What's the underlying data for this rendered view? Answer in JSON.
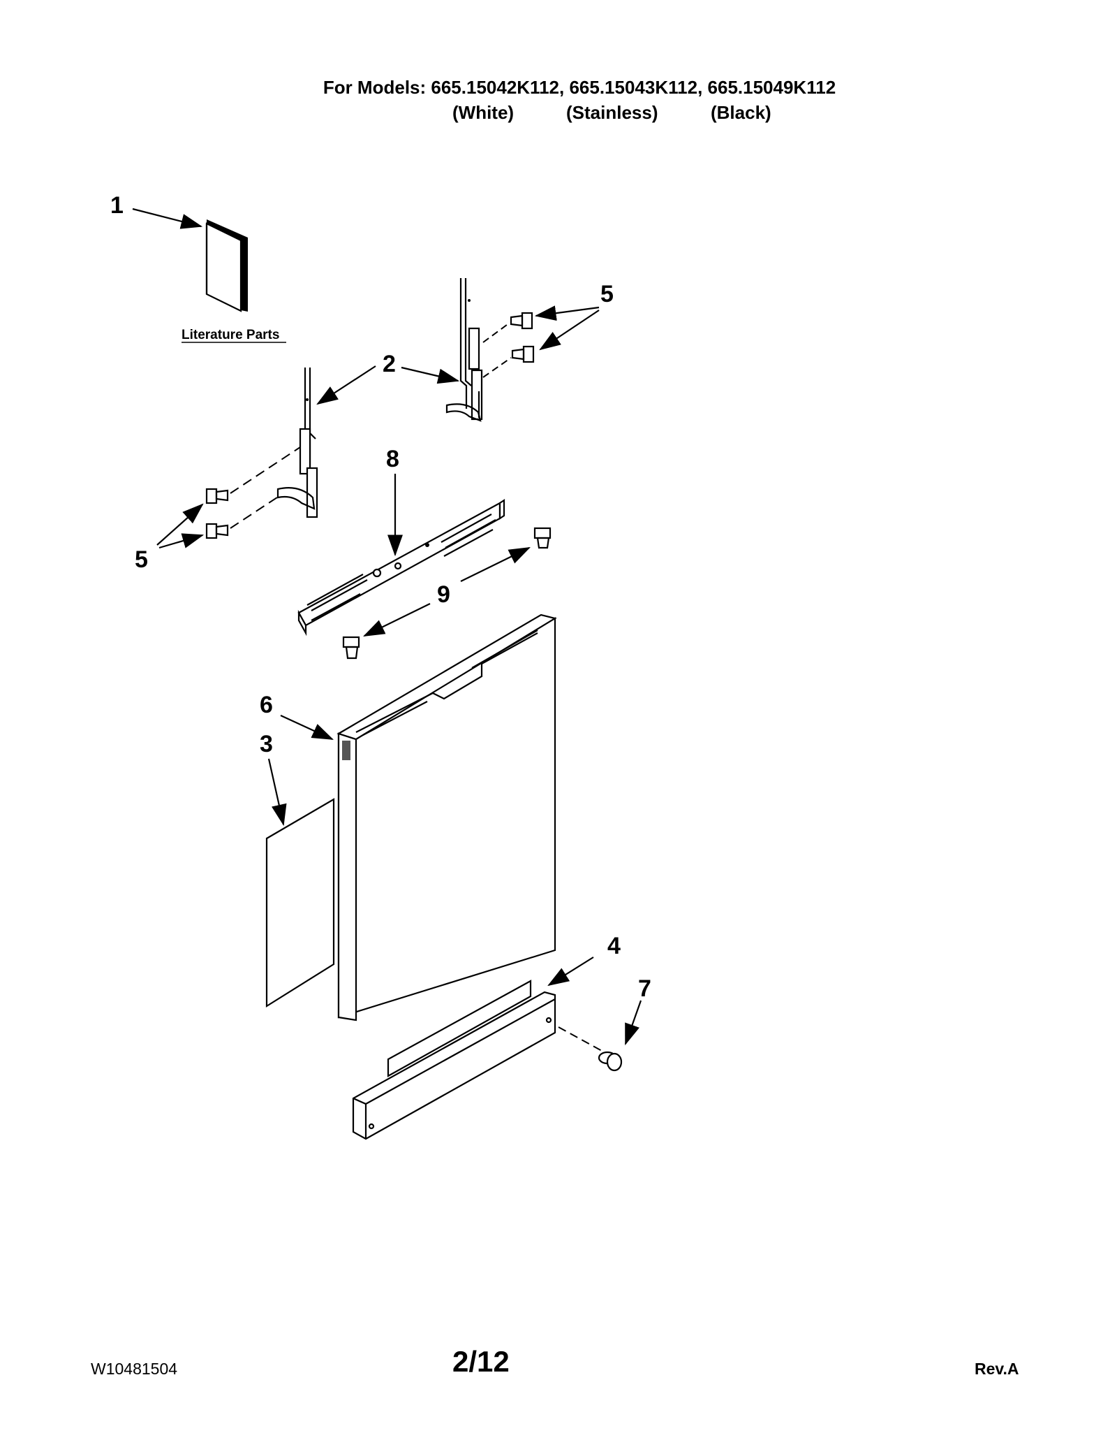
{
  "header": {
    "models_line": "For Models: 665.15042K112, 665.15043K112, 665.15049K112",
    "colors": [
      "(White)",
      "(Stainless)",
      "(Black)"
    ]
  },
  "literature_label": "Literature Parts",
  "callouts": {
    "c1": "1",
    "c2": "2",
    "c3": "3",
    "c4": "4",
    "c5a": "5",
    "c5b": "5",
    "c6": "6",
    "c7": "7",
    "c8": "8",
    "c9": "9"
  },
  "footer": {
    "doc_number": "W10481504",
    "page": "2/12",
    "revision": "Rev.A"
  }
}
